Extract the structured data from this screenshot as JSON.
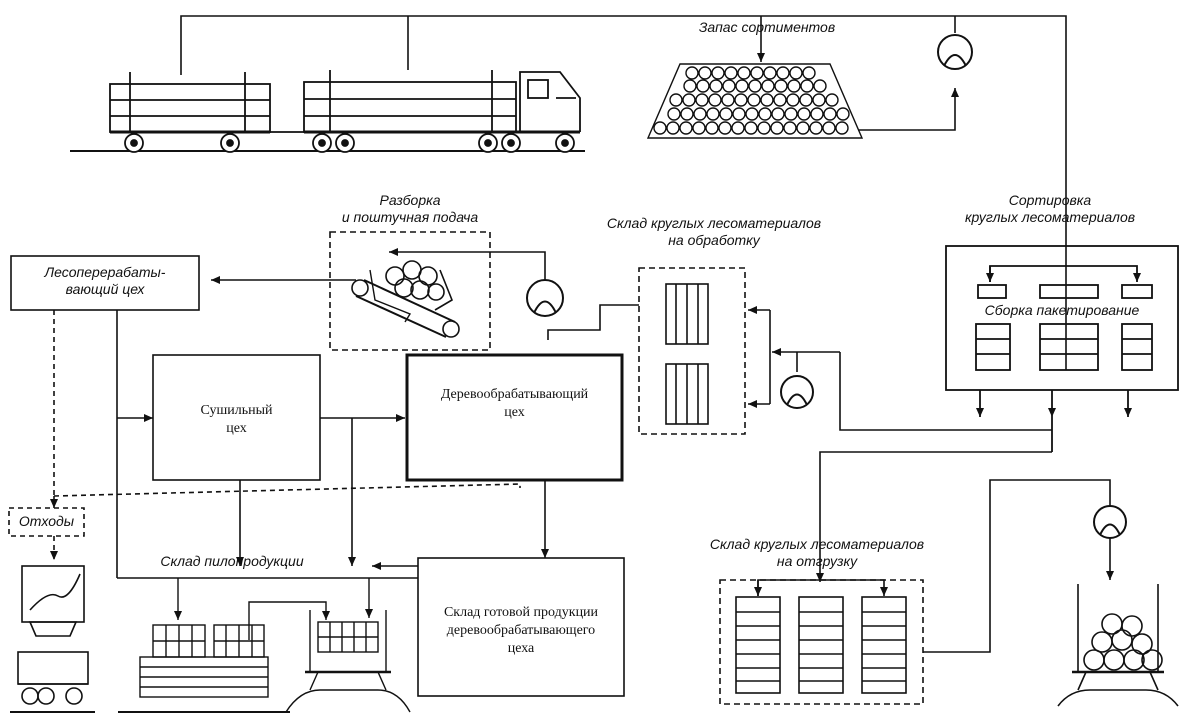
{
  "diagram": {
    "labels": {
      "stock": "Запас сортиментов",
      "sorting": "Сортировка\nкруглых лесоматериалов",
      "assembly": "Сборка пакетирование",
      "unpack": "Разборка\nи поштучная подача",
      "warehouse_processing": "Склад круглых лесоматериалов\nна обработку",
      "sawmill": "Лесоперерабаты-\nвающий цех",
      "dryer": "Сушильный\nцех",
      "woodworking": "Деревообрабатывающий\nцех",
      "waste": "Отходы",
      "lumber_warehouse": "Склад пилопродукции",
      "finished_warehouse": "Склад готовой продукции\nдеревообрабатывающего\nцеха",
      "shipping_warehouse": "Склад круглых лесоматериалов\nна отгрузку"
    }
  }
}
